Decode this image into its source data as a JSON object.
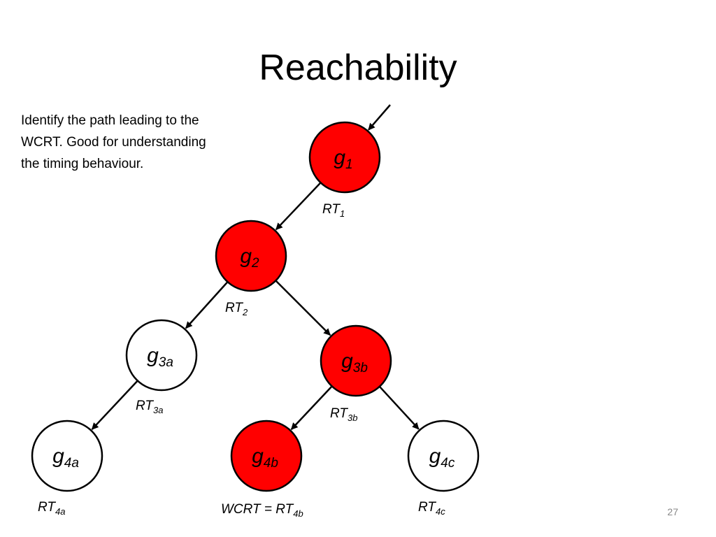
{
  "slide": {
    "title": "Reachability",
    "description_lines": [
      "Identify the path leading to the",
      "WCRT. Good for understanding",
      "the timing behaviour."
    ],
    "page_number": "27"
  },
  "colors": {
    "highlight": "#ff0000",
    "normal": "#ffffff",
    "stroke": "#000000"
  },
  "tree": {
    "nodes": [
      {
        "id": "g1",
        "base": "g",
        "sub": "1",
        "highlighted": true,
        "label": {
          "prefix": "",
          "base": "RT",
          "sub": "1"
        }
      },
      {
        "id": "g2",
        "base": "g",
        "sub": "2",
        "highlighted": true,
        "label": {
          "prefix": "",
          "base": "RT",
          "sub": "2"
        }
      },
      {
        "id": "g3a",
        "base": "g",
        "sub": "3a",
        "highlighted": false,
        "label": {
          "prefix": "",
          "base": "RT",
          "sub": "3a"
        }
      },
      {
        "id": "g3b",
        "base": "g",
        "sub": "3b",
        "highlighted": true,
        "label": {
          "prefix": "",
          "base": "RT",
          "sub": "3b"
        }
      },
      {
        "id": "g4a",
        "base": "g",
        "sub": "4a",
        "highlighted": false,
        "label": {
          "prefix": "",
          "base": "RT",
          "sub": "4a"
        }
      },
      {
        "id": "g4b",
        "base": "g",
        "sub": "4b",
        "highlighted": true,
        "label": {
          "prefix": "WCRT = ",
          "base": "RT",
          "sub": "4b"
        }
      },
      {
        "id": "g4c",
        "base": "g",
        "sub": "4c",
        "highlighted": false,
        "label": {
          "prefix": "",
          "base": "RT",
          "sub": "4c"
        }
      }
    ],
    "edges": [
      {
        "from": null,
        "to": "g1"
      },
      {
        "from": "g1",
        "to": "g2"
      },
      {
        "from": "g2",
        "to": "g3a"
      },
      {
        "from": "g2",
        "to": "g3b"
      },
      {
        "from": "g3a",
        "to": "g4a"
      },
      {
        "from": "g3b",
        "to": "g4b"
      },
      {
        "from": "g3b",
        "to": "g4c"
      }
    ]
  }
}
